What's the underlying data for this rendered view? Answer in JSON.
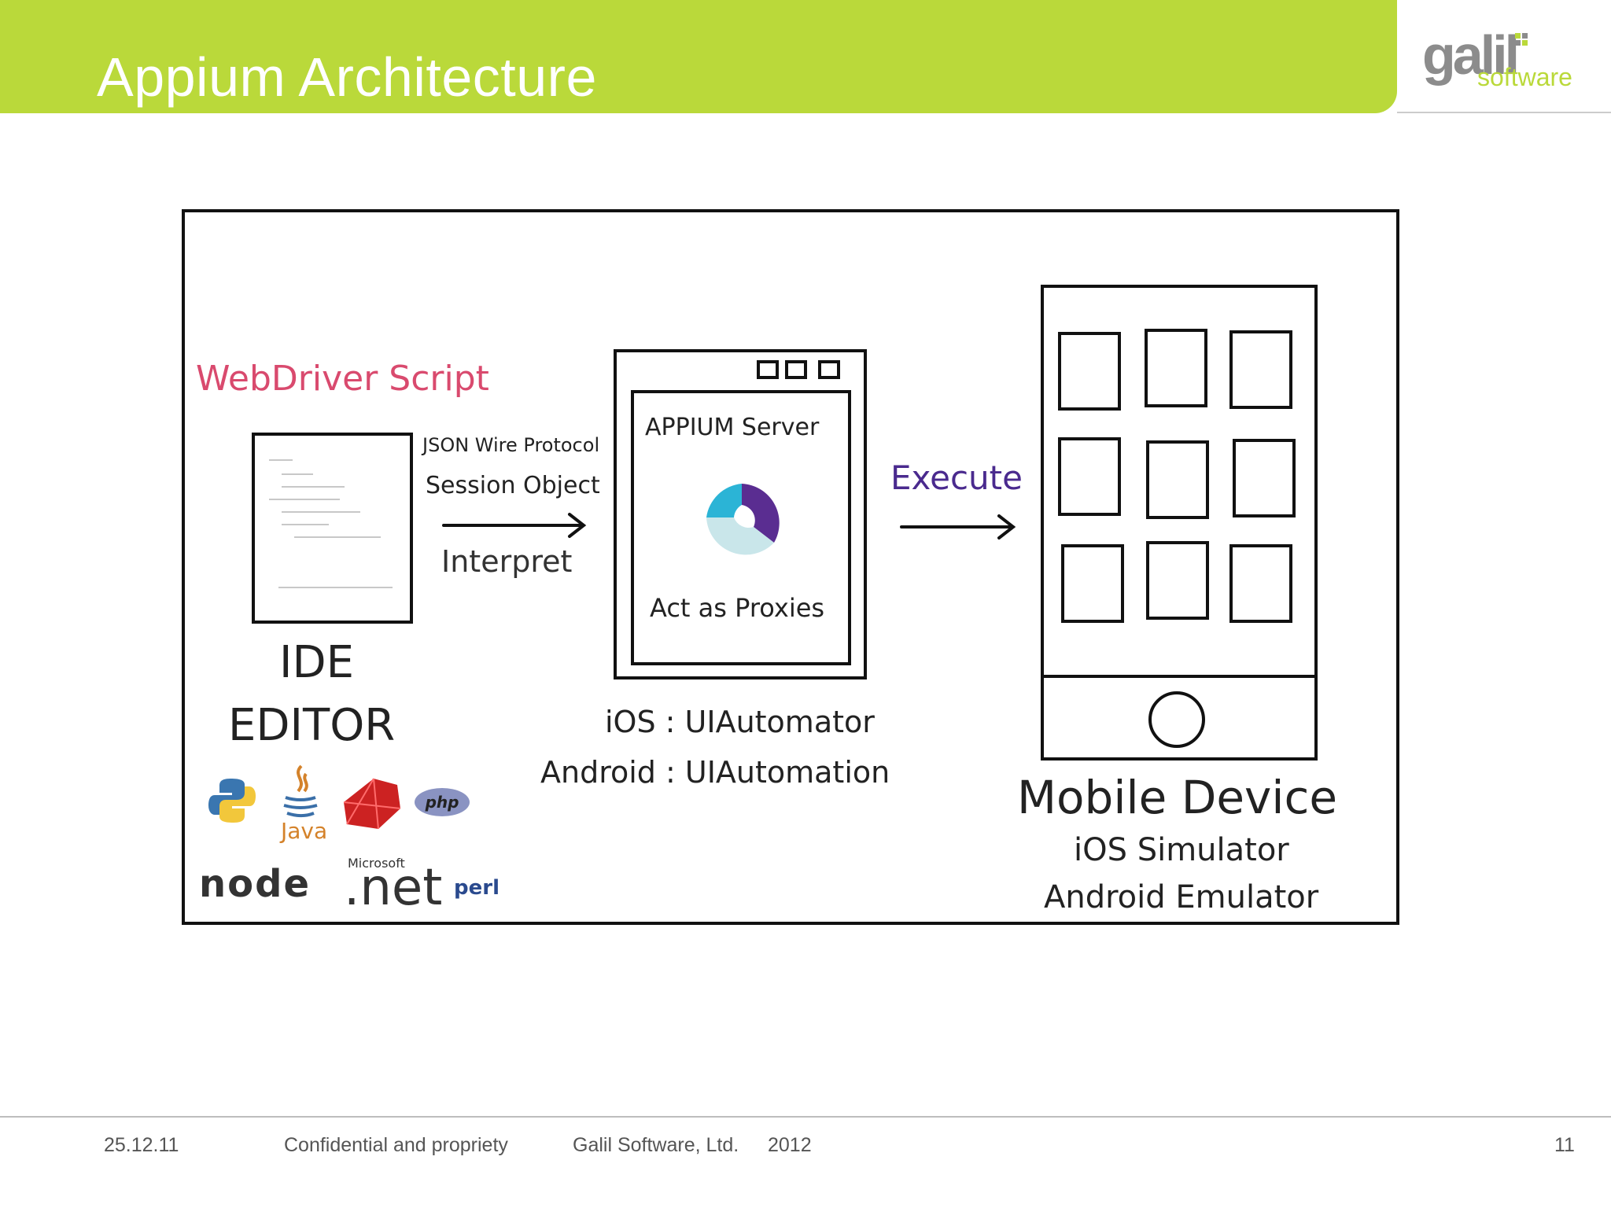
{
  "slide": {
    "title": "Appium Architecture",
    "logo_text": "galil",
    "logo_subtext": "software",
    "colors": {
      "accent": "#bad93a",
      "title_text": "#ffffff"
    }
  },
  "diagram": {
    "script_title": "WebDriver Script",
    "ide_line1": "IDE",
    "ide_line2": "EDITOR",
    "protocol": "JSON Wire Protocol",
    "session": "Session Object",
    "interpret": "Interpret",
    "server_title": "APPIUM Server",
    "proxies": "Act as Proxies",
    "execute": "Execute",
    "ios_automation": "iOS : UIAutomator",
    "android_automation": "Android : UIAutomation",
    "device_title": "Mobile Device",
    "ios_simulator": "iOS Simulator",
    "android_emulator": "Android Emulator",
    "languages": {
      "java": "Java",
      "php": "php",
      "node": "node",
      "ms": "Microsoft",
      "net": ".net",
      "perl": "perl"
    },
    "icons": [
      "python-logo",
      "java-logo",
      "ruby-logo",
      "php-logo",
      "nodejs-logo",
      "dotnet-logo",
      "perl-logo",
      "appium-logo"
    ]
  },
  "footer": {
    "date": "25.12.11",
    "confidential": "Confidential and propriety",
    "company": "Galil Software, Ltd.",
    "year": "2012",
    "page": "11"
  }
}
